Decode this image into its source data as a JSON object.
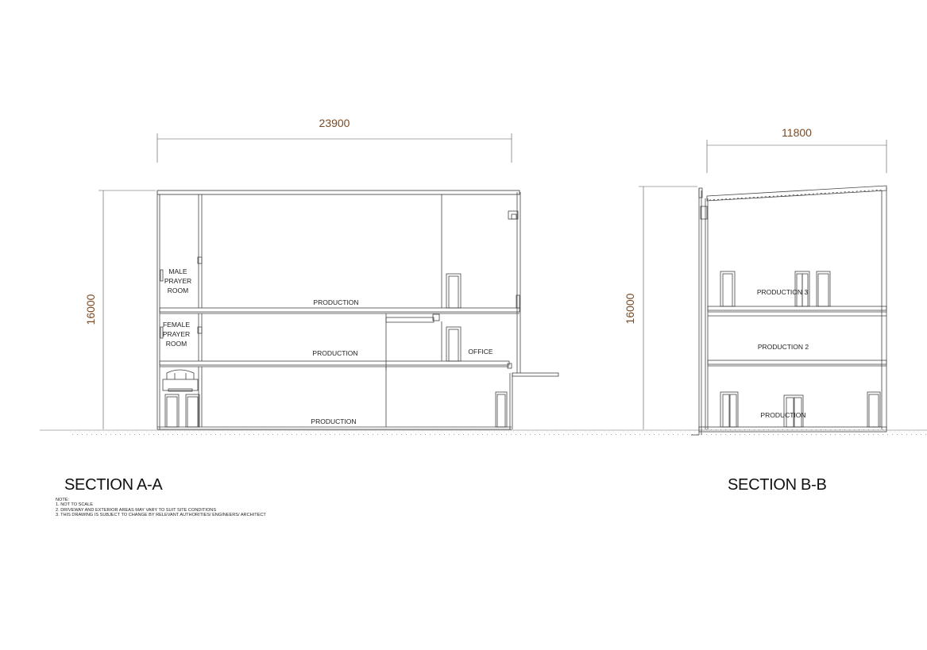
{
  "section_a": {
    "title": "SECTION A-A",
    "width_dim": "23900",
    "height_dim": "16000",
    "rooms": {
      "male_prayer": [
        "MALE",
        "PRAYER",
        "ROOM"
      ],
      "female_prayer": [
        "FEMALE",
        "PRAYER",
        "ROOM"
      ],
      "production_l3": "PRODUCTION",
      "production_l2": "PRODUCTION",
      "production_l1": "PRODUCTION",
      "office": "OFFICE"
    }
  },
  "section_b": {
    "title": "SECTION B-B",
    "width_dim": "11800",
    "height_dim": "16000",
    "rooms": {
      "production_3": "PRODUCTION 3",
      "production_2": "PRODUCTION 2",
      "production_1": "PRODUCTION"
    }
  },
  "notes": {
    "heading": "NOTE:",
    "items": [
      "1. NOT TO SCALE",
      "2. DRIVEWAY AND EXTERIOR AREAS MAY VARY TO SUIT SITE CONDITIONS",
      "3. THIS DRAWING IS SUBJECT TO CHANGE BY RELEVANT AUTHORITIES/ ENGINEERS/ ARCHITECT"
    ]
  }
}
